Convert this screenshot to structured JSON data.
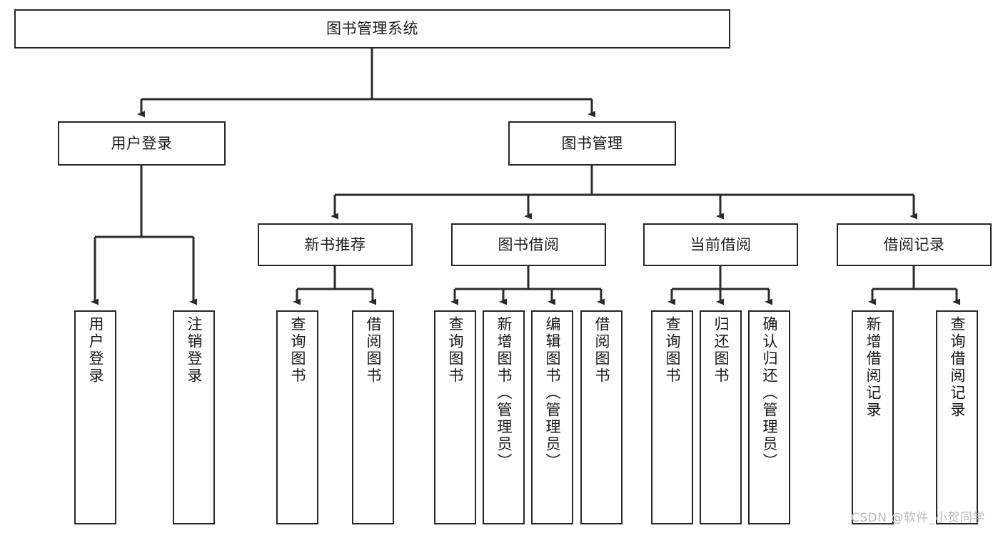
{
  "diagram": {
    "title": "图书管理系统",
    "type": "tree",
    "orientation": "top-down",
    "colors": {
      "box_stroke": "#262626",
      "box_fill": "#ffffff",
      "connector": "#333333",
      "text": "#1a1a1a",
      "watermark": "#b9b9b9",
      "background": "#ffffff"
    },
    "root": {
      "label": "图书管理系统"
    },
    "level2": [
      {
        "label": "用户登录"
      },
      {
        "label": "图书管理"
      }
    ],
    "level3": [
      {
        "label": "新书推荐"
      },
      {
        "label": "图书借阅"
      },
      {
        "label": "当前借阅"
      },
      {
        "label": "借阅记录"
      }
    ],
    "leaves": {
      "user_login": [
        {
          "label": "用户登录"
        },
        {
          "label": "注销登录"
        }
      ],
      "new_book_recommend": [
        {
          "label": "查询图书"
        },
        {
          "label": "借阅图书"
        }
      ],
      "book_borrow": [
        {
          "label": "查询图书"
        },
        {
          "label": "新增图书（管理员）"
        },
        {
          "label": "编辑图书（管理员）"
        },
        {
          "label": "借阅图书"
        }
      ],
      "current_borrow": [
        {
          "label": "查询图书"
        },
        {
          "label": "归还图书"
        },
        {
          "label": "确认归还（管理员）"
        }
      ],
      "borrow_record": [
        {
          "label": "新增借阅记录"
        },
        {
          "label": "查询借阅记录"
        }
      ]
    }
  },
  "watermark": {
    "text": "CSDN @软件_小贺同学"
  }
}
